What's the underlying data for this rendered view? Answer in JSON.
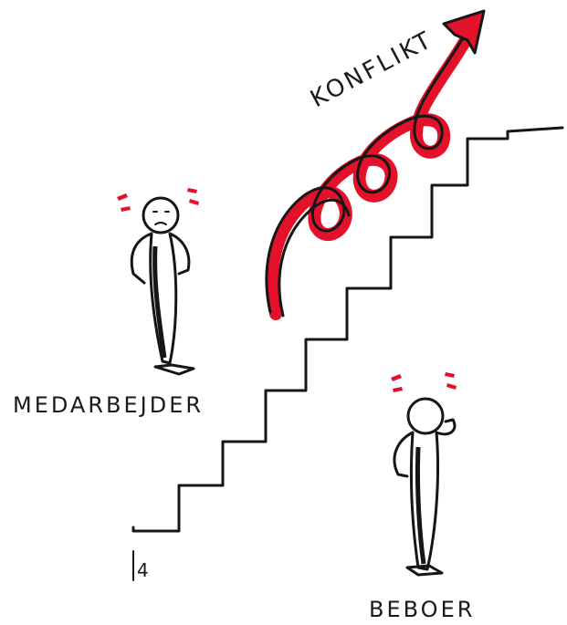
{
  "labels": {
    "conflict": "KONFLIKT",
    "employee": "MEDARBEJDER",
    "resident": "BEBOER"
  },
  "signature_mark": "4",
  "colors": {
    "ink": "#161616",
    "accent_red": "#e3122a",
    "background": "#ffffff"
  }
}
